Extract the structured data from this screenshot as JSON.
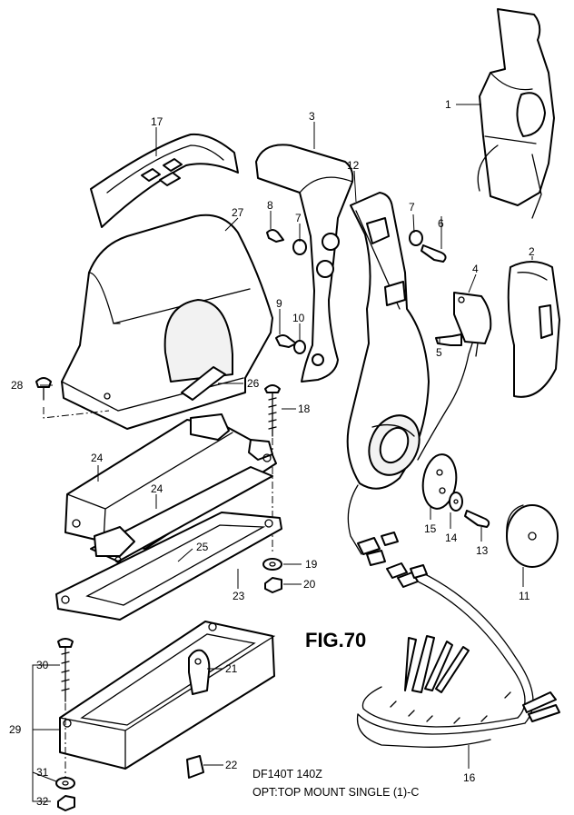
{
  "figure_title": "FIG.70",
  "caption": {
    "line1": "DF140T 140Z",
    "line2": "OPT:TOP MOUNT SINGLE (1)-C"
  },
  "callouts": {
    "c1": "1",
    "c2": "2",
    "c3": "3",
    "c4": "4",
    "c5": "5",
    "c6": "6",
    "c7a": "7",
    "c7b": "7",
    "c8": "8",
    "c9": "9",
    "c10": "10",
    "c11": "11",
    "c12": "12",
    "c13": "13",
    "c14": "14",
    "c15": "15",
    "c16": "16",
    "c17": "17",
    "c18": "18",
    "c19": "19",
    "c20": "20",
    "c21": "21",
    "c22": "22",
    "c23": "23",
    "c24a": "24",
    "c24b": "24",
    "c25": "25",
    "c26": "26",
    "c27": "27",
    "c28": "28",
    "c29": "29",
    "c30": "30",
    "c31": "31",
    "c32": "32"
  }
}
